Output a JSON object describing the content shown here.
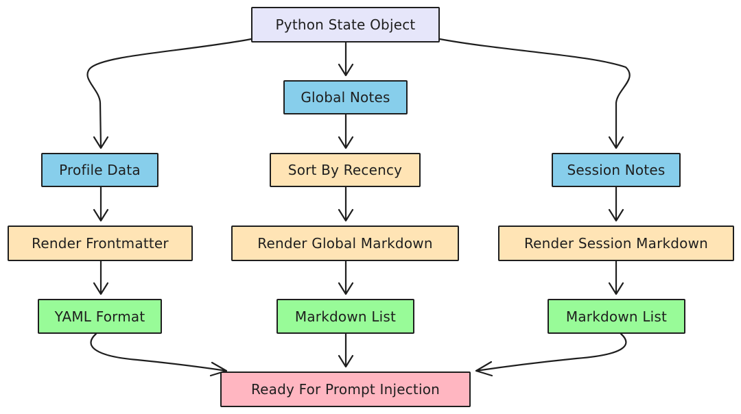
{
  "diagram": {
    "nodes": {
      "python_state_object": "Python State Object",
      "global_notes": "Global Notes",
      "profile_data": "Profile Data",
      "sort_by_recency": "Sort By Recency",
      "session_notes": "Session Notes",
      "render_frontmatter": "Render Frontmatter",
      "render_global_markdown": "Render Global Markdown",
      "render_session_markdown": "Render Session Markdown",
      "yaml_format": "YAML Format",
      "markdown_list_global": "Markdown List",
      "markdown_list_session": "Markdown List",
      "ready_for_prompt_injection": "Ready For Prompt Injection"
    },
    "colors": {
      "purple": "#e6e6fa",
      "blue": "#87ceeb",
      "orange": "#ffe4b5",
      "green": "#98fb98",
      "pink": "#ffb6c1",
      "stroke": "#1e1e1e"
    },
    "edges": [
      {
        "from": "python_state_object",
        "to": "profile_data"
      },
      {
        "from": "python_state_object",
        "to": "global_notes"
      },
      {
        "from": "python_state_object",
        "to": "session_notes"
      },
      {
        "from": "global_notes",
        "to": "sort_by_recency"
      },
      {
        "from": "profile_data",
        "to": "render_frontmatter"
      },
      {
        "from": "sort_by_recency",
        "to": "render_global_markdown"
      },
      {
        "from": "session_notes",
        "to": "render_session_markdown"
      },
      {
        "from": "render_frontmatter",
        "to": "yaml_format"
      },
      {
        "from": "render_global_markdown",
        "to": "markdown_list_global"
      },
      {
        "from": "render_session_markdown",
        "to": "markdown_list_session"
      },
      {
        "from": "yaml_format",
        "to": "ready_for_prompt_injection"
      },
      {
        "from": "markdown_list_global",
        "to": "ready_for_prompt_injection"
      },
      {
        "from": "markdown_list_session",
        "to": "ready_for_prompt_injection"
      }
    ]
  }
}
